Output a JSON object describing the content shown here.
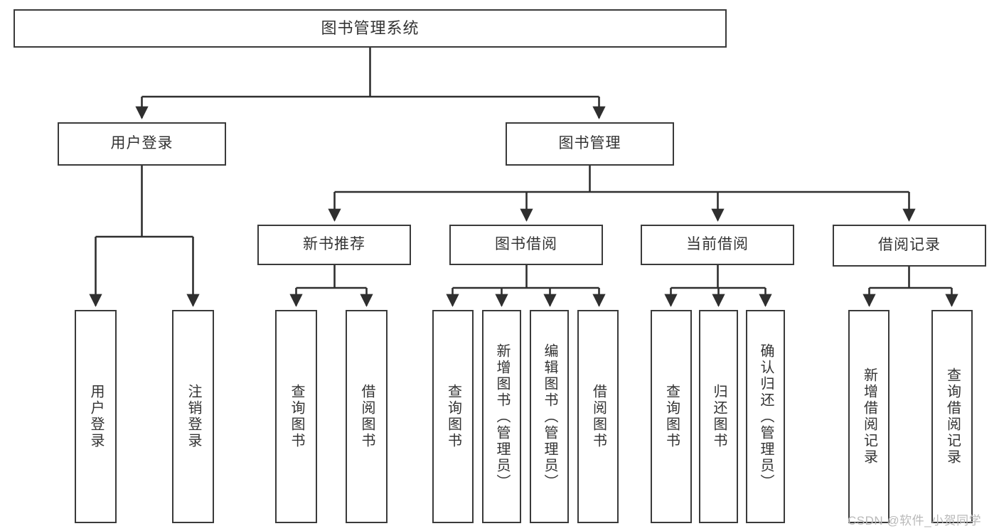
{
  "diagram": {
    "title": "图书管理系统",
    "type": "hierarchy-tree",
    "root": {
      "label": "图书管理系统"
    },
    "level2": [
      {
        "label": "用户登录"
      },
      {
        "label": "图书管理"
      }
    ],
    "level3": [
      {
        "label": "新书推荐"
      },
      {
        "label": "图书借阅"
      },
      {
        "label": "当前借阅"
      },
      {
        "label": "借阅记录"
      }
    ],
    "leaves": {
      "user_login": [
        {
          "label": "用户登录"
        },
        {
          "label": "注销登录"
        }
      ],
      "new_book_recommend": [
        {
          "label": "查询图书"
        },
        {
          "label": "借阅图书"
        }
      ],
      "book_borrow": [
        {
          "label": "查询图书"
        },
        {
          "label": "新增图书（管理员）"
        },
        {
          "label": "编辑图书（管理员）"
        },
        {
          "label": "借阅图书"
        }
      ],
      "current_borrow": [
        {
          "label": "查询图书"
        },
        {
          "label": "归还图书"
        },
        {
          "label": "确认归还（管理员）"
        }
      ],
      "borrow_record": [
        {
          "label": "新增借阅记录"
        },
        {
          "label": "查询借阅记录"
        }
      ]
    }
  },
  "watermark": {
    "text": "CSDN @软件_小贺同学"
  },
  "colors": {
    "box_border": "#3a3a3a",
    "box_fill": "#ffffff",
    "text": "#333333",
    "connector": "#2f2f2f",
    "watermark": "#b9b9b9",
    "background": "#ffffff"
  }
}
